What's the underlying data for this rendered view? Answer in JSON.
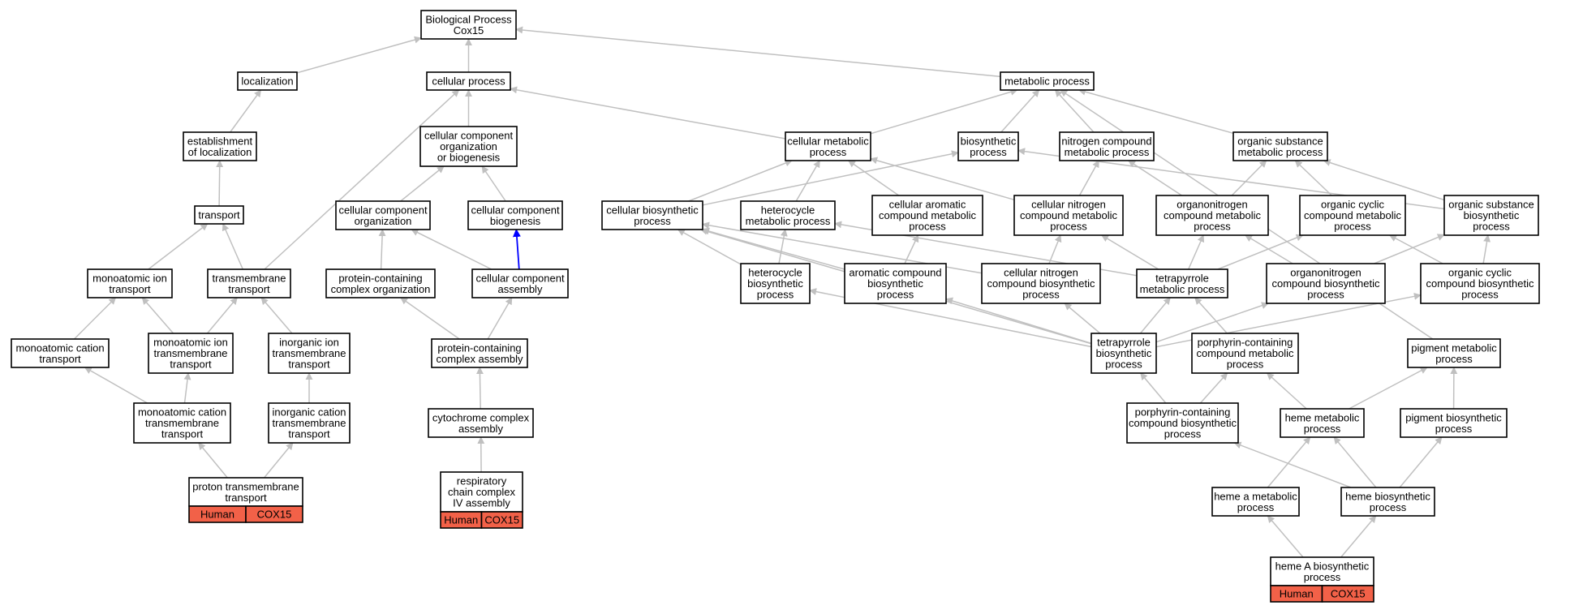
{
  "nodes": {
    "bp": {
      "lines": [
        "Biological Process",
        "Cox15"
      ]
    },
    "loc": {
      "lines": [
        "localization"
      ]
    },
    "cellproc": {
      "lines": [
        "cellular process"
      ]
    },
    "metab": {
      "lines": [
        "metabolic process"
      ]
    },
    "estab": {
      "lines": [
        "establishment",
        "of localization"
      ]
    },
    "ccob": {
      "lines": [
        "cellular component",
        "organization",
        "or biogenesis"
      ]
    },
    "cellmetab": {
      "lines": [
        "cellular metabolic",
        "process"
      ]
    },
    "biosyn": {
      "lines": [
        "biosynthetic",
        "process"
      ]
    },
    "nitro": {
      "lines": [
        "nitrogen compound",
        "metabolic process"
      ]
    },
    "orgsub": {
      "lines": [
        "organic substance",
        "metabolic process"
      ]
    },
    "transport": {
      "lines": [
        "transport"
      ]
    },
    "ccorg": {
      "lines": [
        "cellular component",
        "organization"
      ]
    },
    "ccbio": {
      "lines": [
        "cellular component",
        "biogenesis"
      ]
    },
    "cellbiosyn": {
      "lines": [
        "cellular biosynthetic",
        "process"
      ]
    },
    "hetmetab": {
      "lines": [
        "heterocycle",
        "metabolic process"
      ]
    },
    "caromatic": {
      "lines": [
        "cellular aromatic",
        "compound metabolic",
        "process"
      ]
    },
    "cnitro": {
      "lines": [
        "cellular nitrogen",
        "compound metabolic",
        "process"
      ]
    },
    "orgnit": {
      "lines": [
        "organonitrogen",
        "compound metabolic",
        "process"
      ]
    },
    "orgcyc": {
      "lines": [
        "organic cyclic",
        "compound metabolic",
        "process"
      ]
    },
    "orgsubbio": {
      "lines": [
        "organic substance",
        "biosynthetic",
        "process"
      ]
    },
    "monoion": {
      "lines": [
        "monoatomic ion",
        "transport"
      ]
    },
    "tmtrans": {
      "lines": [
        "transmembrane",
        "transport"
      ]
    },
    "pcco": {
      "lines": [
        "protein-containing",
        "complex organization"
      ]
    },
    "ccassem": {
      "lines": [
        "cellular component",
        "assembly"
      ]
    },
    "hetbio": {
      "lines": [
        "heterocycle",
        "biosynthetic",
        "process"
      ]
    },
    "arombio": {
      "lines": [
        "aromatic compound",
        "biosynthetic",
        "process"
      ]
    },
    "cnitrobio": {
      "lines": [
        "cellular nitrogen",
        "compound biosynthetic",
        "process"
      ]
    },
    "tetmetab": {
      "lines": [
        "tetrapyrrole",
        "metabolic process"
      ]
    },
    "orgnitbio": {
      "lines": [
        "organonitrogen",
        "compound biosynthetic",
        "process"
      ]
    },
    "orgcycbio": {
      "lines": [
        "organic cyclic",
        "compound biosynthetic",
        "process"
      ]
    },
    "monocat": {
      "lines": [
        "monoatomic cation",
        "transport"
      ]
    },
    "monoiontm": {
      "lines": [
        "monoatomic ion",
        "transmembrane",
        "transport"
      ]
    },
    "inoriontm": {
      "lines": [
        "inorganic ion",
        "transmembrane",
        "transport"
      ]
    },
    "pcca": {
      "lines": [
        "protein-containing",
        "complex assembly"
      ]
    },
    "tetbio": {
      "lines": [
        "tetrapyrrole",
        "biosynthetic",
        "process"
      ]
    },
    "porphmetab": {
      "lines": [
        "porphyrin-containing",
        "compound metabolic",
        "process"
      ]
    },
    "pigmetab": {
      "lines": [
        "pigment metabolic",
        "process"
      ]
    },
    "monocattm": {
      "lines": [
        "monoatomic cation",
        "transmembrane",
        "transport"
      ]
    },
    "inorcattm": {
      "lines": [
        "inorganic cation",
        "transmembrane",
        "transport"
      ]
    },
    "cytcomp": {
      "lines": [
        "cytochrome complex",
        "assembly"
      ]
    },
    "porphbio": {
      "lines": [
        "porphyrin-containing",
        "compound biosynthetic",
        "process"
      ]
    },
    "hememetab": {
      "lines": [
        "heme metabolic",
        "process"
      ]
    },
    "pigbio": {
      "lines": [
        "pigment biosynthetic",
        "process"
      ]
    },
    "proton": {
      "lines": [
        "proton transmembrane",
        "transport"
      ],
      "gene": [
        "Human",
        "COX15"
      ]
    },
    "resp": {
      "lines": [
        "respiratory",
        "chain complex",
        "IV assembly"
      ],
      "gene": [
        "Human",
        "COX15"
      ]
    },
    "hemea": {
      "lines": [
        "heme a metabolic",
        "process"
      ]
    },
    "hemebio": {
      "lines": [
        "heme biosynthetic",
        "process"
      ]
    },
    "hemeAbio": {
      "lines": [
        "heme A biosynthetic",
        "process"
      ],
      "gene": [
        "Human",
        "COX15"
      ]
    }
  },
  "edges": [
    [
      "loc",
      "bp"
    ],
    [
      "cellproc",
      "bp"
    ],
    [
      "metab",
      "bp"
    ],
    [
      "estab",
      "loc"
    ],
    [
      "transport",
      "estab"
    ],
    [
      "ccob",
      "cellproc"
    ],
    [
      "cellmetab",
      "cellproc"
    ],
    [
      "tmtrans",
      "cellproc"
    ],
    [
      "cellmetab",
      "metab"
    ],
    [
      "biosyn",
      "metab"
    ],
    [
      "nitro",
      "metab"
    ],
    [
      "orgsub",
      "metab"
    ],
    [
      "pigmetab",
      "metab"
    ],
    [
      "ccorg",
      "ccob"
    ],
    [
      "ccbio",
      "ccob"
    ],
    [
      "ccassem",
      "ccbio",
      "blue"
    ],
    [
      "ccassem",
      "ccorg"
    ],
    [
      "pcco",
      "ccorg"
    ],
    [
      "pcca",
      "pcco"
    ],
    [
      "pcca",
      "ccassem"
    ],
    [
      "cytcomp",
      "pcca"
    ],
    [
      "resp",
      "cytcomp"
    ],
    [
      "monoion",
      "transport"
    ],
    [
      "tmtrans",
      "transport"
    ],
    [
      "monocat",
      "monoion"
    ],
    [
      "monoiontm",
      "monoion"
    ],
    [
      "monoiontm",
      "tmtrans"
    ],
    [
      "inoriontm",
      "tmtrans"
    ],
    [
      "monocattm",
      "monocat"
    ],
    [
      "monocattm",
      "monoiontm"
    ],
    [
      "inorcattm",
      "inoriontm"
    ],
    [
      "proton",
      "monocattm"
    ],
    [
      "proton",
      "inorcattm"
    ],
    [
      "cellbiosyn",
      "cellmetab"
    ],
    [
      "cellbiosyn",
      "biosyn"
    ],
    [
      "hetmetab",
      "cellmetab"
    ],
    [
      "caromatic",
      "cellmetab"
    ],
    [
      "cnitro",
      "cellmetab"
    ],
    [
      "cnitro",
      "nitro"
    ],
    [
      "orgnit",
      "nitro"
    ],
    [
      "orgnit",
      "orgsub"
    ],
    [
      "orgcyc",
      "orgsub"
    ],
    [
      "orgsubbio",
      "orgsub"
    ],
    [
      "orgsubbio",
      "biosyn"
    ],
    [
      "hetbio",
      "cellbiosyn"
    ],
    [
      "hetbio",
      "hetmetab"
    ],
    [
      "arombio",
      "cellbiosyn"
    ],
    [
      "arombio",
      "caromatic"
    ],
    [
      "cnitrobio",
      "cellbiosyn"
    ],
    [
      "cnitrobio",
      "cnitro"
    ],
    [
      "tetmetab",
      "hetmetab"
    ],
    [
      "tetmetab",
      "cnitro"
    ],
    [
      "tetmetab",
      "orgnit"
    ],
    [
      "tetmetab",
      "orgcyc"
    ],
    [
      "orgnitbio",
      "orgnit"
    ],
    [
      "orgnitbio",
      "orgsubbio"
    ],
    [
      "orgcycbio",
      "orgcyc"
    ],
    [
      "orgcycbio",
      "orgsubbio"
    ],
    [
      "tetbio",
      "tetmetab"
    ],
    [
      "tetbio",
      "hetbio"
    ],
    [
      "tetbio",
      "arombio"
    ],
    [
      "tetbio",
      "cnitrobio"
    ],
    [
      "tetbio",
      "orgnitbio"
    ],
    [
      "tetbio",
      "orgcycbio"
    ],
    [
      "tetbio",
      "cellbiosyn"
    ],
    [
      "porphmetab",
      "tetmetab"
    ],
    [
      "porphbio",
      "tetbio"
    ],
    [
      "porphbio",
      "porphmetab"
    ],
    [
      "hememetab",
      "porphmetab"
    ],
    [
      "hememetab",
      "pigmetab"
    ],
    [
      "pigbio",
      "pigmetab"
    ],
    [
      "hemea",
      "hememetab"
    ],
    [
      "hemebio",
      "hememetab"
    ],
    [
      "hemebio",
      "pigbio"
    ],
    [
      "hemebio",
      "porphbio"
    ],
    [
      "hemeAbio",
      "hemea"
    ],
    [
      "hemeAbio",
      "hemebio"
    ]
  ]
}
